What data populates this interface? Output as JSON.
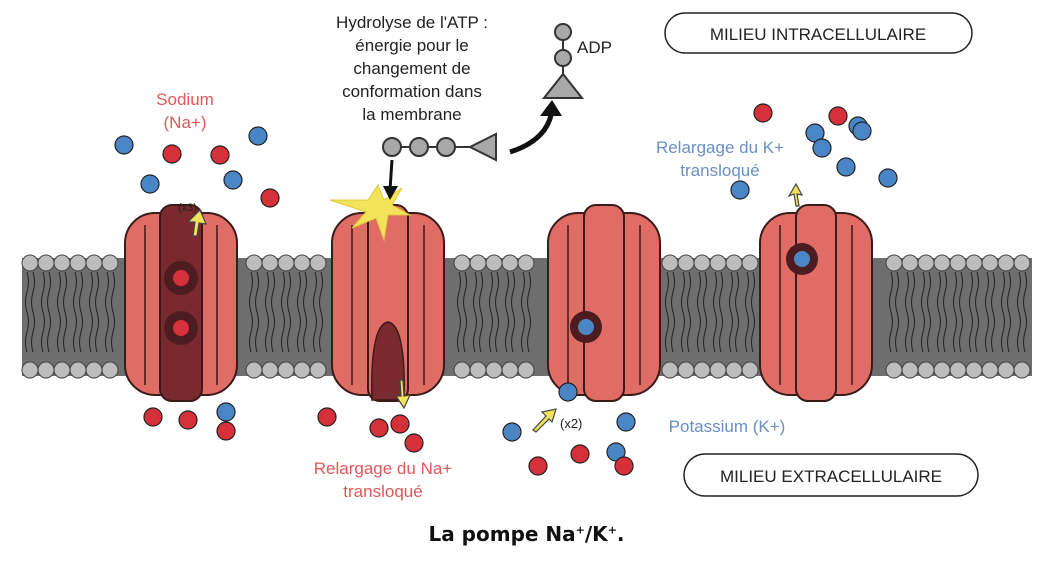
{
  "colors": {
    "sodium": "#d6303b",
    "potassium": "#4a86c5",
    "protein": "#df6d66",
    "protein_dark": "#7a2a2e",
    "membrane": "#6e6e6e",
    "lipid_head": "#bdbdbd",
    "label_red": "#e0585a",
    "label_blue": "#6a8fc2",
    "flash": "#f2e35a"
  },
  "labels": {
    "intracellular": "MILIEU INTRACELLULAIRE",
    "extracellular": "MILIEU EXTRACELLULAIRE",
    "sodium_line1": "Sodium",
    "sodium_line2": "(Na+)",
    "atp_lines": [
      "Hydrolyse de l'ATP :",
      "énergie pour le",
      "changement de",
      "conformation dans",
      "la membrane"
    ],
    "adp": "ADP",
    "k_release_line1": "Relargage du K+",
    "k_release_line2": "transloqué",
    "na_release_line1": "Relargage du Na+",
    "na_release_line2": "transloqué",
    "potassium": "Potassium (K+)",
    "x3": "(x3)",
    "x2": "(x2)"
  },
  "caption": {
    "main": "La pompe Na",
    "sup1": "+",
    "slash": "/K",
    "sup2": "+",
    "end": "."
  }
}
